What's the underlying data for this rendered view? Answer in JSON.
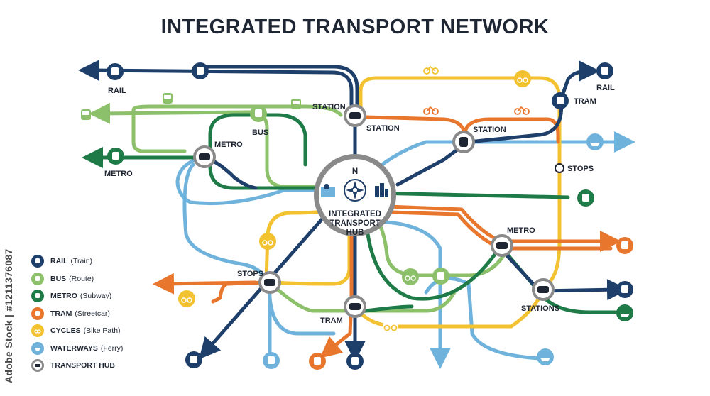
{
  "title": "INTEGRATED TRANSPORT NETWORK",
  "hub": {
    "line1": "INTEGRATED",
    "line2": "TRANSPORT",
    "line3": "HUB",
    "compass": "N"
  },
  "labels": {
    "rail_left": "RAIL",
    "rail_right": "RAIL",
    "metro_left": "METRO",
    "metro_node": "METRO",
    "bus": "BUS",
    "station_top": "STATION",
    "station_mid": "STATION",
    "station_right": "STATION",
    "tram_top": "TRAM",
    "stops_right": "STOPS",
    "metro_right": "METRO",
    "stops_left": "STOPS",
    "tram_bottom": "TRAM",
    "stations_bottom": "STATIONS"
  },
  "legend": [
    {
      "name": "RAIL",
      "desc": "(Train)",
      "color": "#1f3f6b",
      "icon": "train-icon"
    },
    {
      "name": "BUS",
      "desc": "(Route)",
      "color": "#8dc06a",
      "icon": "bus-icon"
    },
    {
      "name": "METRO",
      "desc": "(Subway)",
      "color": "#1e7a46",
      "icon": "metro-icon"
    },
    {
      "name": "TRAM",
      "desc": "(Streetcar)",
      "color": "#e8762d",
      "icon": "tram-icon"
    },
    {
      "name": "CYCLES",
      "desc": "(Bike Path)",
      "color": "#f2c230",
      "icon": "bicycle-icon"
    },
    {
      "name": "WATERWAYS",
      "desc": "(Ferry)",
      "color": "#6fb3dc",
      "icon": "ferry-icon"
    },
    {
      "name": "TRANSPORT HUB",
      "desc": "",
      "color": "#8a8a8a",
      "icon": "hub-icon"
    }
  ],
  "colors": {
    "rail": "#1f3f6b",
    "bus": "#8dc06a",
    "metro": "#1e7a46",
    "tram": "#e8762d",
    "cycles": "#f2c230",
    "waterways": "#6fb3dc",
    "hub": "#8a8a8a",
    "text": "#1f2633"
  },
  "watermark": "Adobe Stock | #1211376087"
}
